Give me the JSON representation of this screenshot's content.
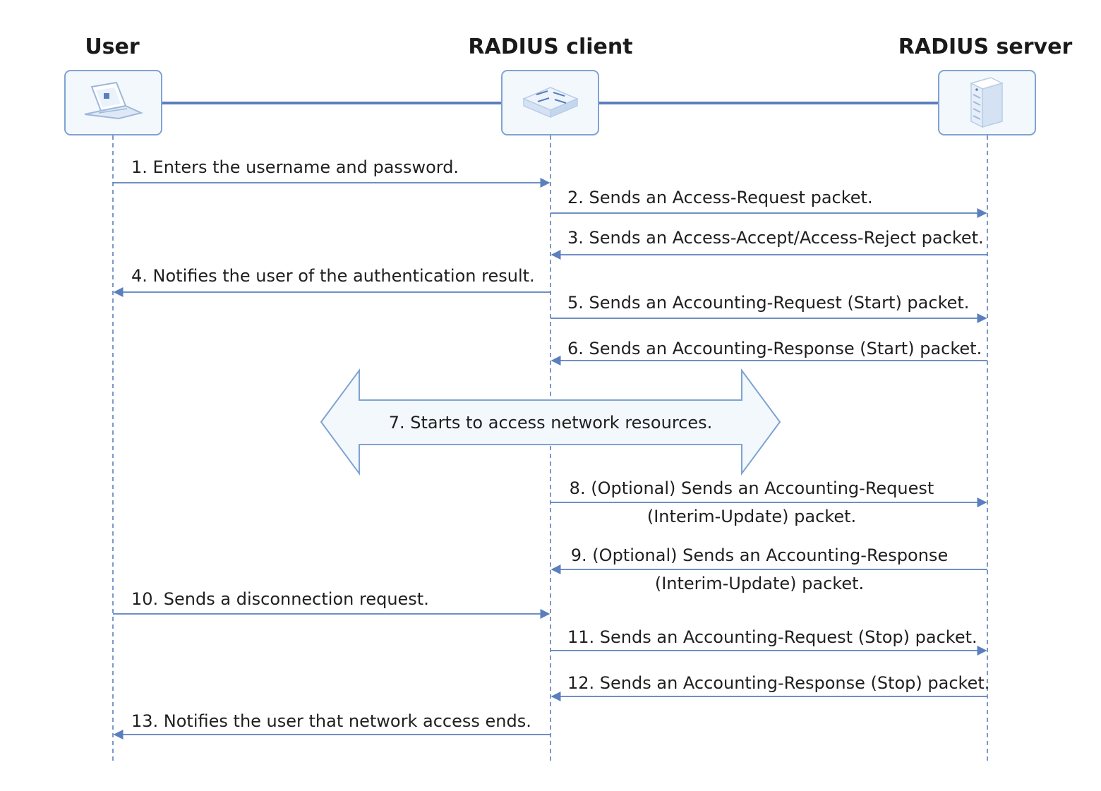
{
  "participants": [
    {
      "id": "user",
      "label": "User",
      "icon": "laptop-icon"
    },
    {
      "id": "client",
      "label": "RADIUS client",
      "icon": "switch-icon"
    },
    {
      "id": "server",
      "label": "RADIUS server",
      "icon": "server-icon"
    }
  ],
  "messages": [
    {
      "from": "user",
      "to": "client",
      "lines": [
        "1. Enters the username and password."
      ]
    },
    {
      "from": "client",
      "to": "server",
      "lines": [
        "2. Sends an Access-Request packet."
      ]
    },
    {
      "from": "server",
      "to": "client",
      "lines": [
        "3. Sends an Access-Accept/Access-Reject packet."
      ]
    },
    {
      "from": "client",
      "to": "user",
      "lines": [
        "4. Notifies the user of the authentication result."
      ]
    },
    {
      "from": "client",
      "to": "server",
      "lines": [
        "5. Sends an Accounting-Request (Start) packet."
      ]
    },
    {
      "from": "server",
      "to": "client",
      "lines": [
        "6. Sends an Accounting-Response (Start) packet."
      ]
    },
    {
      "from": "client",
      "to": "server",
      "lines": [
        "8. (Optional) Sends an Accounting-Request",
        "(Interim-Update) packet."
      ]
    },
    {
      "from": "server",
      "to": "client",
      "lines": [
        "9. (Optional) Sends an Accounting-Response",
        "(Interim-Update) packet."
      ]
    },
    {
      "from": "user",
      "to": "client",
      "lines": [
        "10. Sends a disconnection request."
      ]
    },
    {
      "from": "client",
      "to": "server",
      "lines": [
        "11. Sends an Accounting-Request (Stop) packet."
      ]
    },
    {
      "from": "server",
      "to": "client",
      "lines": [
        "12. Sends an Accounting-Response (Stop) packet."
      ]
    },
    {
      "from": "client",
      "to": "user",
      "lines": [
        "13. Notifies the user that network access ends."
      ]
    }
  ],
  "access_phase": {
    "label": "7. Starts to access network resources."
  },
  "colors": {
    "line": "#5b7fbd",
    "box_border": "#7fa3d1",
    "box_fill": "#f3f8fd",
    "arrow_fill": "#f3f8fd",
    "text": "#1f1f1f"
  }
}
